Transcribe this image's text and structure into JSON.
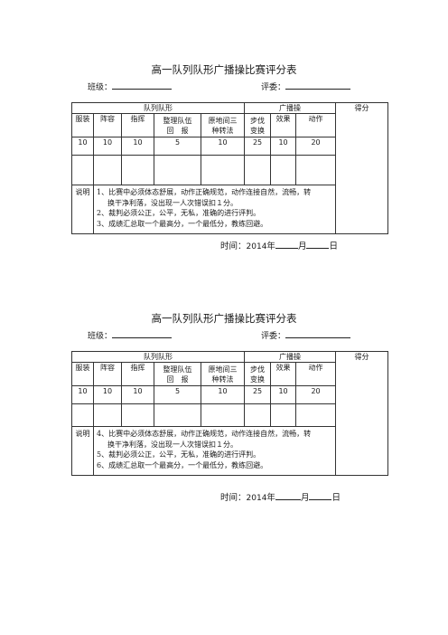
{
  "forms": [
    {
      "title": "高一队列队形广播操比赛评分表",
      "class_label": "班级：",
      "judge_label": "评委：",
      "groups": {
        "formation": "队列队形",
        "broadcast": "广播操",
        "score": "得分"
      },
      "columns": [
        "服装",
        "阵容",
        "指挥",
        "整理队伍\n回　报",
        "原地间三\n种转法",
        "步伐\n变换",
        "效果",
        "动作"
      ],
      "max_points": [
        "10",
        "10",
        "10",
        "5",
        "10",
        "25",
        "10",
        "20"
      ],
      "notes_label": "说明",
      "notes": [
        {
          "num": "1",
          "text": "、比赛中必须体态舒展，动作正确规范，动作连接自然，流畅，转"
        },
        {
          "num": "",
          "text": "换干净利落，没出现一人次错误扣１分。"
        },
        {
          "num": "2",
          "text": "、裁判必须公正，公平，无私，准确的进行评判。"
        },
        {
          "num": "3",
          "text": "、成绩汇总取一个最高分，一个最低分，教练回避。"
        }
      ],
      "date": {
        "prefix": "时间：",
        "year": "2014",
        "year_unit": "年",
        "month_unit": "月",
        "day_unit": "日"
      }
    },
    {
      "title": "高一队列队形广播操比赛评分表",
      "class_label": "班级：",
      "judge_label": "评委：",
      "groups": {
        "formation": "队列队形",
        "broadcast": "广播操",
        "score": "得分"
      },
      "columns": [
        "服装",
        "阵容",
        "指挥",
        "整理队伍\n回　报",
        "原地间三\n种转法",
        "步伐\n变换",
        "效果",
        "动作"
      ],
      "max_points": [
        "10",
        "10",
        "10",
        "5",
        "10",
        "25",
        "10",
        "20"
      ],
      "notes_label": "说明",
      "notes": [
        {
          "num": "4",
          "text": "、比赛中必须体态舒展，动作正确规范，动作连接自然，流畅，转"
        },
        {
          "num": "",
          "text": "换干净利落，没出现一人次错误扣１分。"
        },
        {
          "num": "5",
          "text": "、裁判必须公正，公平，无私，准确的进行评判。"
        },
        {
          "num": "6",
          "text": "、成绩汇总取一个最高分，一个最低分，教练回避。"
        }
      ],
      "date": {
        "prefix": "时间：",
        "year": "2014",
        "year_unit": "年",
        "month_unit": "月",
        "day_unit": "日"
      }
    }
  ]
}
